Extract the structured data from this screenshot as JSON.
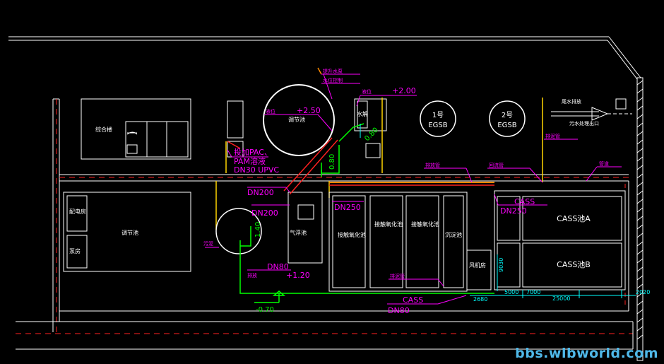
{
  "drawing": {
    "labels": {
      "egsb1": "1号\nEGSB",
      "egsb2": "2号\nEGSB",
      "cass_a": "CASS池A",
      "cass_b": "CASS池B",
      "dn250_cass": "DN250",
      "dn250_mid": "DN250",
      "dn200_a": "DN200",
      "dn200_b": "DN200",
      "dn80_cass": "DN80",
      "dn80_left": "DN80",
      "dn30_upvc": "DN30   UPVC",
      "pam": "PAM溶液",
      "pac_note": "投加PAC、",
      "level_250": "+2.50",
      "level_200": "+2.00",
      "level_120": "+1.20",
      "level_070": "-0.70",
      "dim_2680": "2680",
      "dim_5000": "5000",
      "dim_7000": "7000",
      "dim_25000": "25000",
      "dim_2020": "2020",
      "dim_9030": "9030",
      "dim_080_a": "0.80",
      "dim_080_b": "0.80",
      "dim_140": "1.40",
      "cass_label": "CASS"
    }
  },
  "watermark": "bbs.wlbworld.com",
  "colors": {
    "background": "#000000",
    "white": "#ffffff",
    "red": "#ff2020",
    "magenta": "#ff00ff",
    "green": "#00ff00",
    "cyan": "#00ffff",
    "yellow": "#ffd400",
    "orange": "#ff8a00",
    "watermark": "#4fb8e8"
  }
}
